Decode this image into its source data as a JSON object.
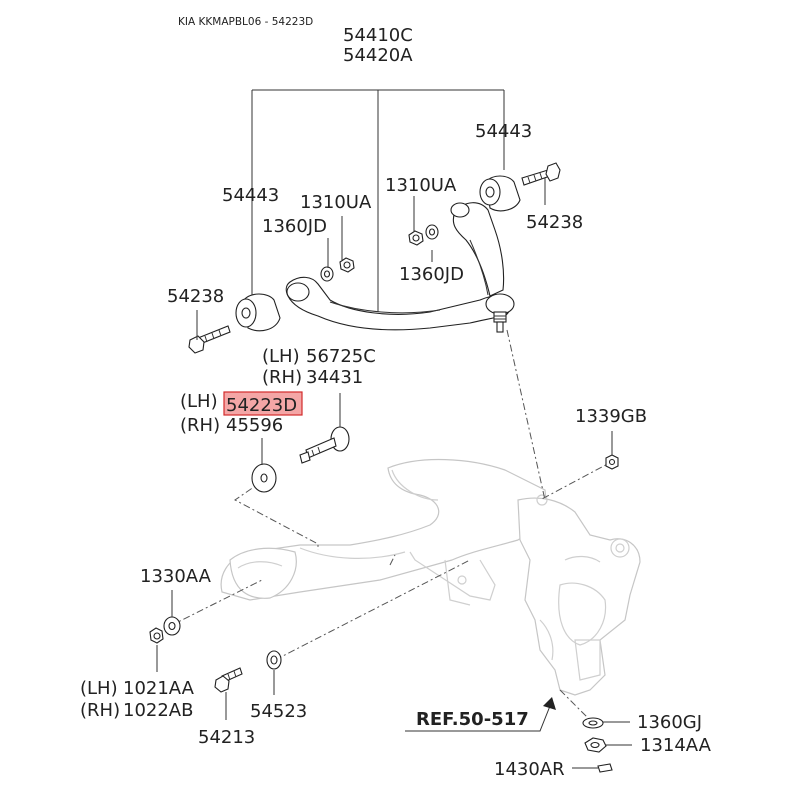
{
  "header": {
    "title": "KIA KKMAPBL06 - 54223D"
  },
  "labels": {
    "p54410C": "54410C",
    "p54420A": "54420A",
    "p54443_right": "54443",
    "p54443_left": "54443",
    "p1310UA_left": "1310UA",
    "p1310UA_right": "1310UA",
    "p1360JD_left": "1360JD",
    "p1360JD_right": "1360JD",
    "p54238_right": "54238",
    "p54238_left": "54238",
    "lh1": "(LH)",
    "p56725C": "56725C",
    "rh1": "(RH)",
    "p34431": "34431",
    "lh2": "(LH)",
    "p54223D": "54223D",
    "rh2": "(RH)",
    "p45596": "45596",
    "p1339GB": "1339GB",
    "p1330AA": "1330AA",
    "lh3": "(LH)",
    "p1021AA": "1021AA",
    "rh3": "(RH)",
    "p1022AB": "1022AB",
    "p54213": "54213",
    "p54523": "54523",
    "ref": "REF.50-517",
    "p1360GJ": "1360GJ",
    "p1314AA": "1314AA",
    "p1430AR": "1430AR"
  },
  "highlight": {
    "part": "54223D",
    "fill": "#f4a6a6",
    "stroke": "#d22b2b"
  },
  "colors": {
    "line": "#222222",
    "ghost": "#cfcfcf"
  }
}
